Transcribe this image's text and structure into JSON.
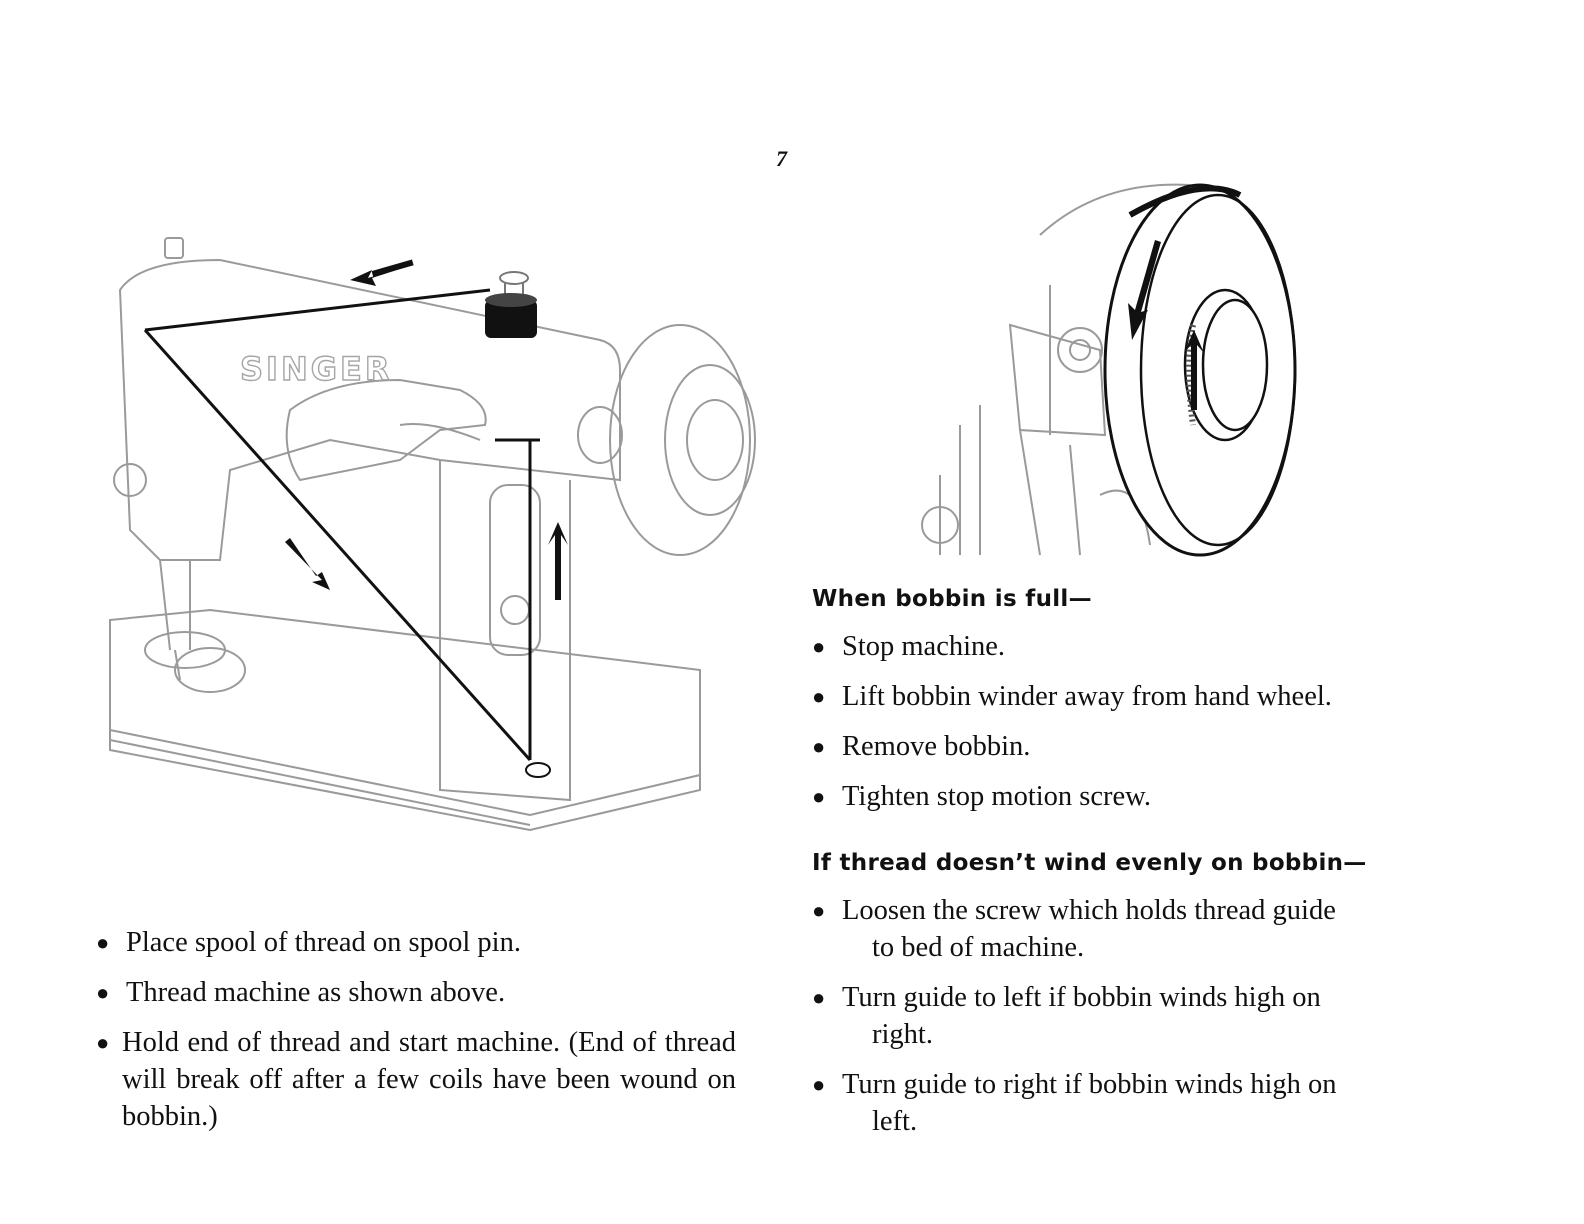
{
  "page": {
    "number": "7"
  },
  "figure_left": {
    "brand": "SINGER"
  },
  "left_steps": [
    "Place spool of thread on spool pin.",
    "Thread machine as shown above.",
    "Hold end of thread and start machine. (End of thread will break off after a few coils have been wound on bobbin.)"
  ],
  "bobbin_full": {
    "heading": "When bobbin is full—",
    "steps": [
      "Stop machine.",
      "Lift bobbin winder away from hand wheel.",
      "Remove bobbin.",
      "Tighten stop motion screw."
    ]
  },
  "uneven": {
    "heading": "If thread doesn’t wind evenly on bobbin—",
    "steps": [
      {
        "first": "Loosen the screw which holds thread guide",
        "rest": "to bed of machine."
      },
      {
        "first": "Turn guide to left if bobbin winds high on",
        "rest": "right."
      },
      {
        "first": "Turn guide to right if bobbin winds high on",
        "rest": "left."
      }
    ]
  }
}
